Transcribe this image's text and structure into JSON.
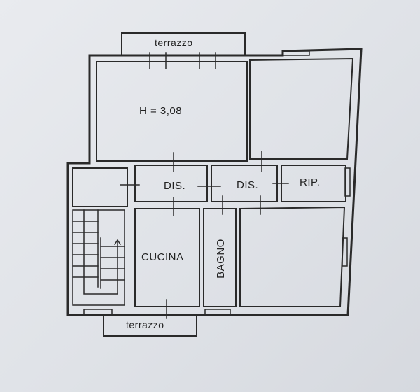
{
  "labels": {
    "terrace_top": "terrazzo",
    "terrace_bottom": "terrazzo",
    "height": "H = 3,08",
    "dis_left": "DIS.",
    "dis_right": "DIS.",
    "storage": "RIP.",
    "kitchen": "CUCINA",
    "bathroom": "BAGNO"
  }
}
